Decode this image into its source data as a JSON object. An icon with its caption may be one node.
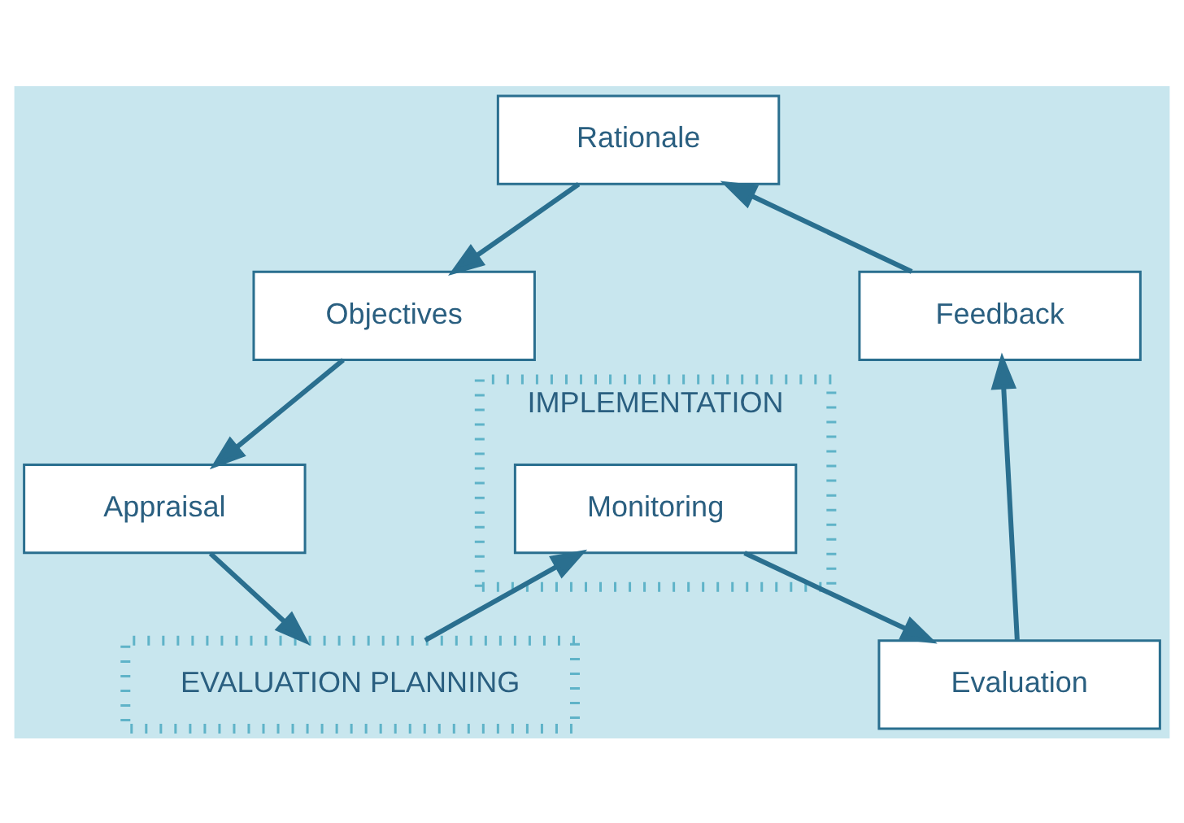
{
  "diagram": {
    "nodes": [
      {
        "text": [
          "Rationale"
        ]
      },
      {
        "text": [
          "Objectives"
        ]
      },
      {
        "text": [
          "Appraisal"
        ]
      },
      {
        "text": [
          "EVALUATION PLANNING"
        ]
      },
      {
        "text": [
          "IMPLEMENTATION"
        ]
      },
      {
        "text": [
          "Monitoring"
        ],
        "in": 4
      },
      {
        "text": [
          "Evaluation"
        ]
      },
      {
        "text": [
          "Feedback"
        ]
      }
    ],
    "edges": [
      {
        "from": 0,
        "to": 1,
        "arrow": "to"
      },
      {
        "from": 1,
        "to": 2,
        "arrow": "to"
      },
      {
        "from": 2,
        "to": 3,
        "arrow": "to"
      },
      {
        "from": 3,
        "to": 5,
        "arrow": "to"
      },
      {
        "from": 5,
        "to": 6,
        "arrow": "to"
      },
      {
        "from": 6,
        "to": 7,
        "arrow": "to"
      },
      {
        "from": 7,
        "to": 0,
        "arrow": "to"
      }
    ]
  }
}
